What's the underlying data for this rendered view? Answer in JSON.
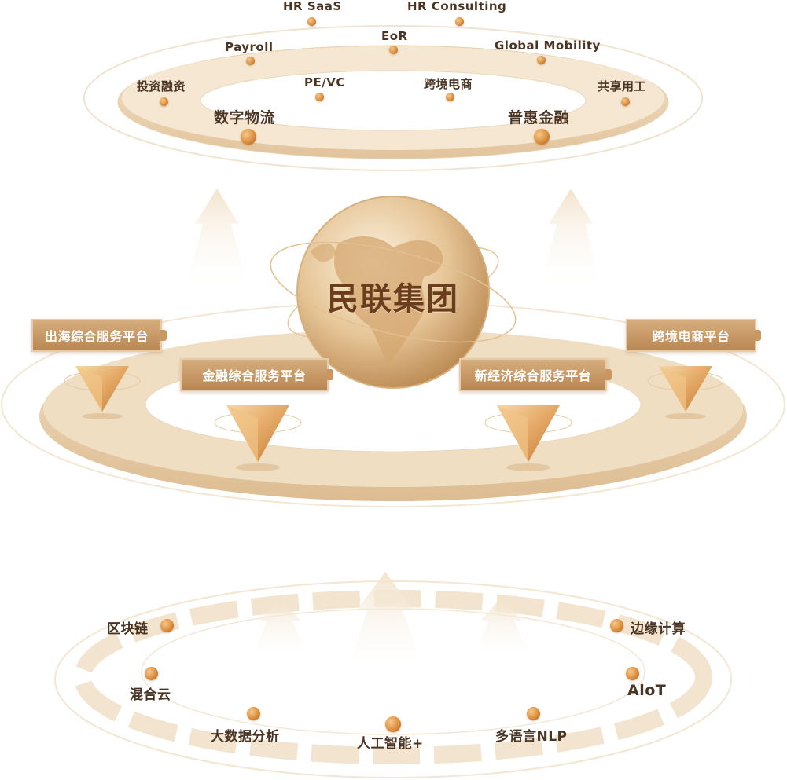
{
  "top_ring": {
    "outer_items": [
      "HR SaaS",
      "HR Consulting",
      "EoR",
      "Payroll",
      "Global Mobility",
      "投资融资",
      "共享用工"
    ],
    "inner_items": [
      "PE/VC",
      "跨境电商",
      "数字物流",
      "普惠金融"
    ]
  },
  "center": {
    "title": "民联集团",
    "platforms": [
      "出海综合服务平台",
      "跨境电商平台",
      "金融综合服务平台",
      "新经济综合服务平台"
    ]
  },
  "bottom_ring": {
    "items": [
      "区块链",
      "边缘计算",
      "混合云",
      "AloT",
      "大数据分析",
      "人工智能+",
      "多语言NLP"
    ]
  },
  "colors": {
    "ring": "#efdcc0",
    "ring_dark": "#d9b68a",
    "accent": "#c8945c",
    "text": "#4a3424",
    "globe_text": "#6a3d1c",
    "dot": "#dc8f3f"
  }
}
